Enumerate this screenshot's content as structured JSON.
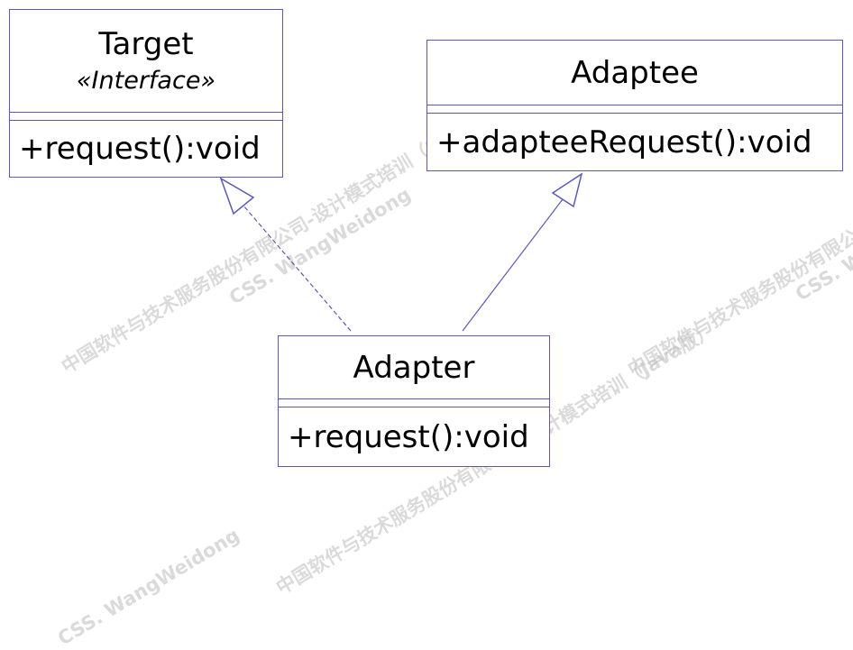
{
  "diagram": {
    "classes": {
      "target": {
        "name": "Target",
        "stereotype": "«Interface»",
        "operations": [
          "+request():void"
        ]
      },
      "adaptee": {
        "name": "Adaptee",
        "operations": [
          "+adapteeRequest():void"
        ]
      },
      "adapter": {
        "name": "Adapter",
        "operations": [
          "+request():void"
        ]
      }
    },
    "relations": [
      {
        "from": "Adapter",
        "to": "Target",
        "kind": "realization"
      },
      {
        "from": "Adapter",
        "to": "Adaptee",
        "kind": "generalization"
      }
    ],
    "colors": {
      "line": "#5a5ab4",
      "text": "#000000",
      "watermark": "#bdbdbd"
    }
  },
  "watermarks": [
    "中国软件与技术服务股份有限公司-设计模式培训（Java版）",
    "CSS. WangWeidong",
    "中国软件与技术服务股份有限公司-设计模式培训（Java版）",
    "CSS. WangWeidong",
    "中国软件与技术服务股份有限公司-设计模式培训（Java版）",
    "CSS. WangWeidong"
  ]
}
